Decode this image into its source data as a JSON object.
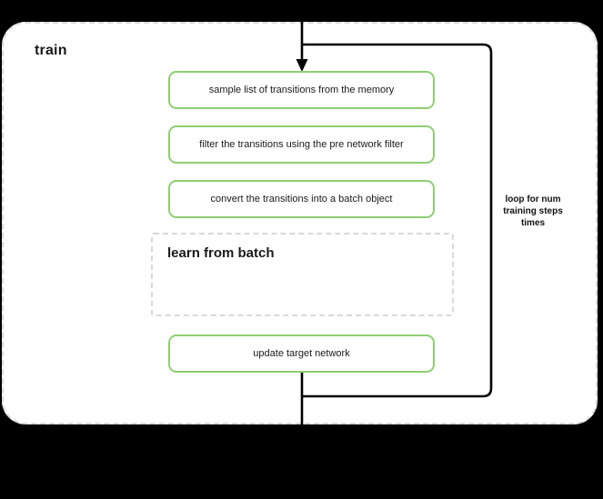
{
  "diagram": {
    "type": "flowchart",
    "background_color": "#000000",
    "panel": {
      "title": "train",
      "background_color": "#ffffff",
      "border_style": "dashed",
      "border_color": "#d9d9d9"
    },
    "step_color": "#8fce73",
    "steps": [
      {
        "id": "sample",
        "label": "sample list of transitions from the memory"
      },
      {
        "id": "filter",
        "label": "filter the transitions using the pre network filter"
      },
      {
        "id": "convert",
        "label": "convert the transitions into a batch object"
      },
      {
        "id": "update",
        "label": "update target network"
      }
    ],
    "subblock": {
      "id": "learn-from-batch",
      "title": "learn from batch",
      "border_style": "dashed",
      "border_color": "#d9d9d9"
    },
    "loop": {
      "label_lines": [
        "loop for num",
        "training steps",
        "times"
      ],
      "label": "loop for num training steps times",
      "color": "#000000"
    },
    "connectors": {
      "entry_arrow": "arrow-down-into-sample",
      "exit_line": "line-down-from-update",
      "loop_back": "loop-right-edge"
    }
  }
}
